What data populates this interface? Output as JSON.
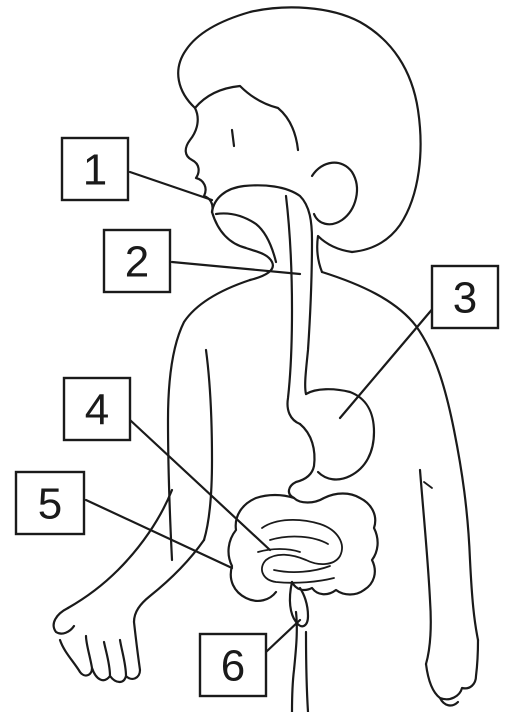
{
  "labels": [
    {
      "id": "1",
      "text": "1"
    },
    {
      "id": "2",
      "text": "2"
    },
    {
      "id": "3",
      "text": "3"
    },
    {
      "id": "4",
      "text": "4"
    },
    {
      "id": "5",
      "text": "5"
    },
    {
      "id": "6",
      "text": "6"
    }
  ],
  "colors": {
    "ink": "#1a1a1a",
    "paper": "#ffffff"
  }
}
